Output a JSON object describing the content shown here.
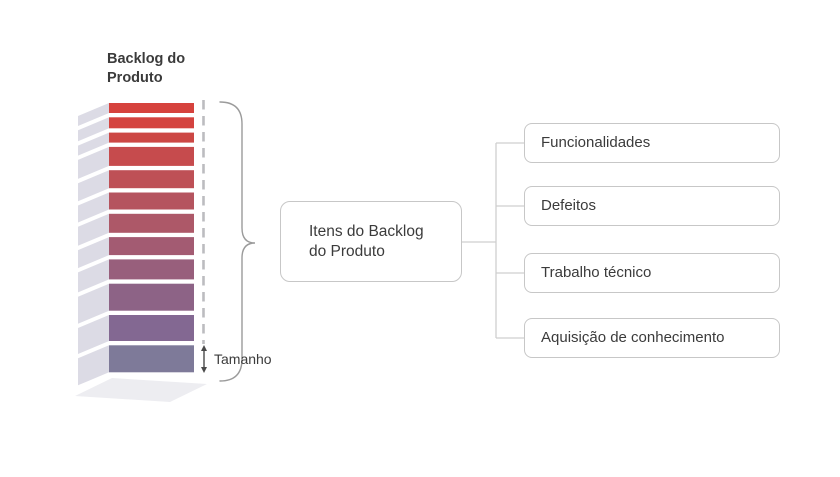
{
  "diagram": {
    "title": "Backlog do Produto",
    "size_label": "Tamanho",
    "center_box": {
      "label": "Itens do Backlog do Produto"
    },
    "categories": [
      {
        "label": "Funcionalidades"
      },
      {
        "label": "Defeitos"
      },
      {
        "label": "Trabalho técnico"
      },
      {
        "label": "Aquisição de conhecimento"
      }
    ]
  },
  "stack": {
    "bars": [
      {
        "height": 10,
        "color": "#d6423d"
      },
      {
        "height": 11,
        "color": "#d4433f"
      },
      {
        "height": 10,
        "color": "#cc4744"
      },
      {
        "height": 19,
        "color": "#c64b4d"
      },
      {
        "height": 18,
        "color": "#be5056"
      },
      {
        "height": 17,
        "color": "#b5545f"
      },
      {
        "height": 19,
        "color": "#ad5868"
      },
      {
        "height": 18,
        "color": "#a35b72"
      },
      {
        "height": 20,
        "color": "#985f7c"
      },
      {
        "height": 27,
        "color": "#8d6386"
      },
      {
        "height": 26,
        "color": "#836892"
      },
      {
        "height": 27,
        "color": "#7e7a99"
      }
    ],
    "side_color": "#dcdbe5",
    "shadow_color": "#ededf1"
  },
  "colors": {
    "background": "#ffffff",
    "text": "#3b3b3b",
    "box_border": "#c7c7c7",
    "connector": "#cfcfcf",
    "brace": "#9b9b9b",
    "dash": "#bcbcc0",
    "arrow": "#4a4a4a"
  }
}
